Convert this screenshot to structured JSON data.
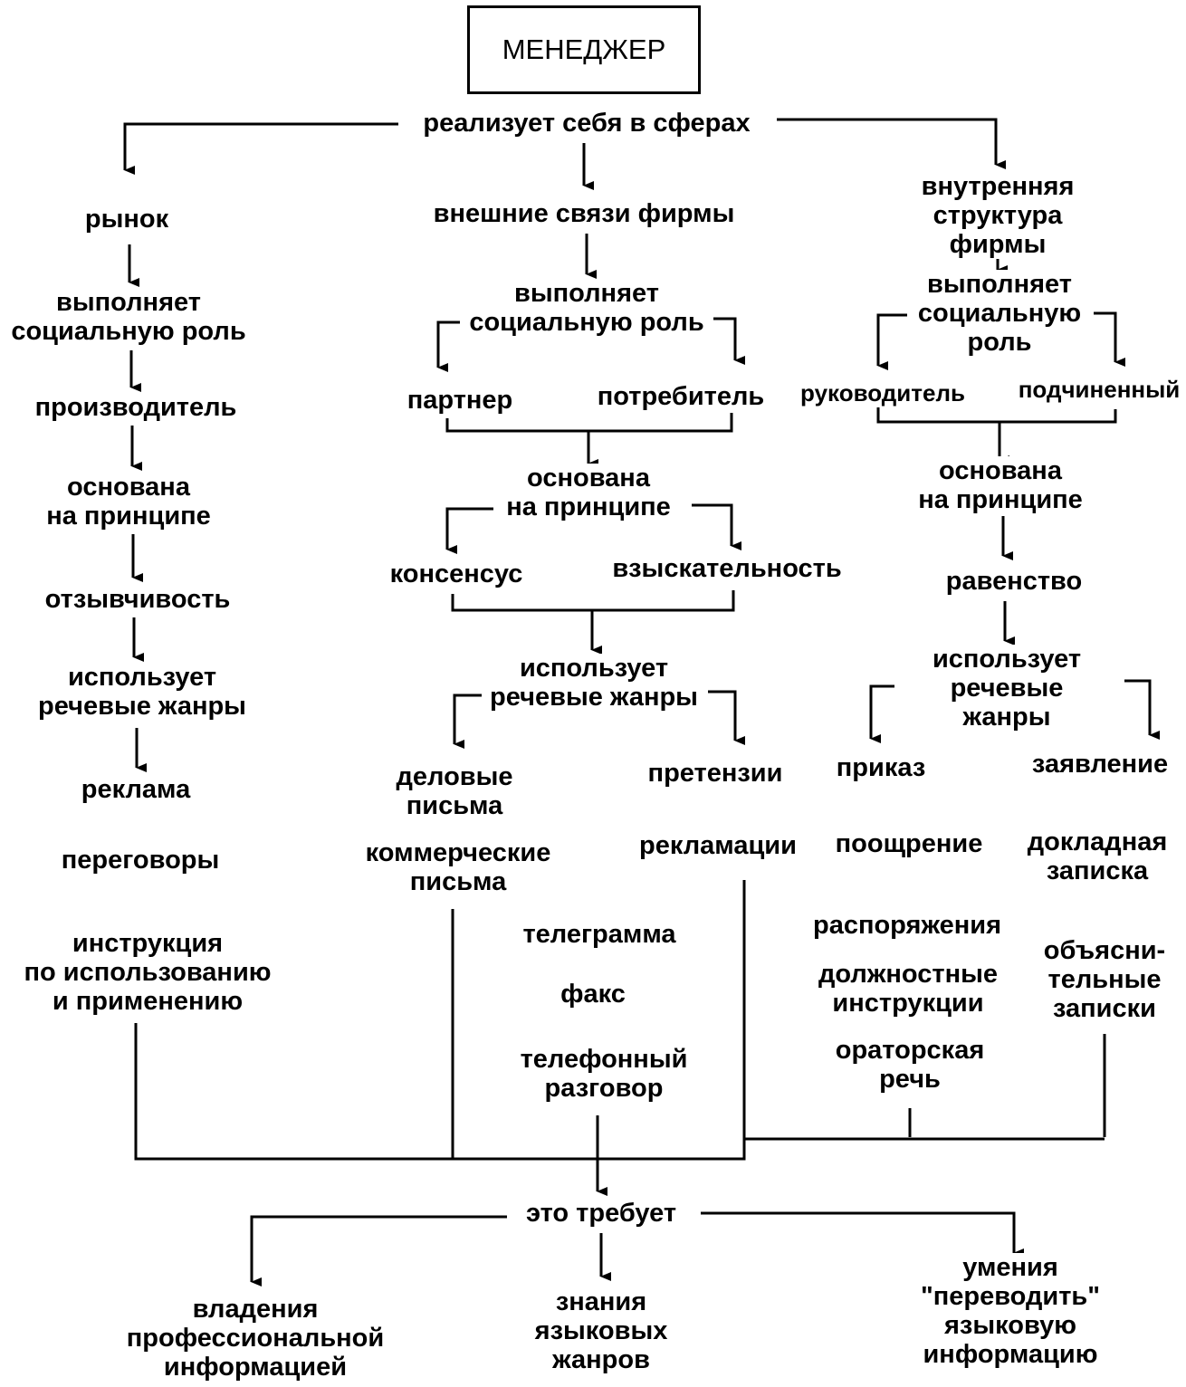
{
  "root": "МЕНЕДЖЕР",
  "realizes": "реализует себя в сферах",
  "spheres": {
    "left": "рынок",
    "middle": "внешние связи фирмы",
    "right": "внутренняя\nструктура фирмы"
  },
  "left_column": {
    "role_verb": "выполняет\nсоциальную роль",
    "role": "производитель",
    "principle_verb": "основана\nна принципе",
    "principle": "отзывчивость",
    "genres_verb": "использует\nречевые жанры",
    "genres": [
      "реклама",
      "переговоры",
      "инструкция\nпо использованию\nи применению"
    ]
  },
  "middle_column": {
    "role_verb": "выполняет\nсоциальную роль",
    "roles": [
      "партнер",
      "потребитель"
    ],
    "principle_verb": "основана\nна принципе",
    "principles": [
      "консенсус",
      "взыскательность"
    ],
    "genres_verb": "использует\nречевые жанры",
    "genres_left": [
      "деловые\nписьма",
      "коммерческие\nписьма"
    ],
    "genres_right": [
      "претензии",
      "рекламации"
    ],
    "genres_center": [
      "телеграмма",
      "факс",
      "телефонный\nразговор"
    ]
  },
  "right_column": {
    "role_verb": "выполняет\nсоциальную\nроль",
    "roles": [
      "руководитель",
      "подчиненный"
    ],
    "principle_verb": "основана\nна принципе",
    "principle": "равенство",
    "genres_verb": "использует\nречевые жанры",
    "genres_left": [
      "приказ",
      "поощрение",
      "распоряжения",
      "должностные\nинструкции",
      "ораторская\nречь"
    ],
    "genres_right": [
      "заявление",
      "докладная\nзаписка",
      "объясни-\nтельные\nзаписки"
    ]
  },
  "requires": "это требует",
  "requirements": [
    "владения\nпрофессиональной\nинформацией",
    "знания\nязыковых\nжанров",
    "умения\n\"переводить\"\nязыковую\nинформацию"
  ]
}
